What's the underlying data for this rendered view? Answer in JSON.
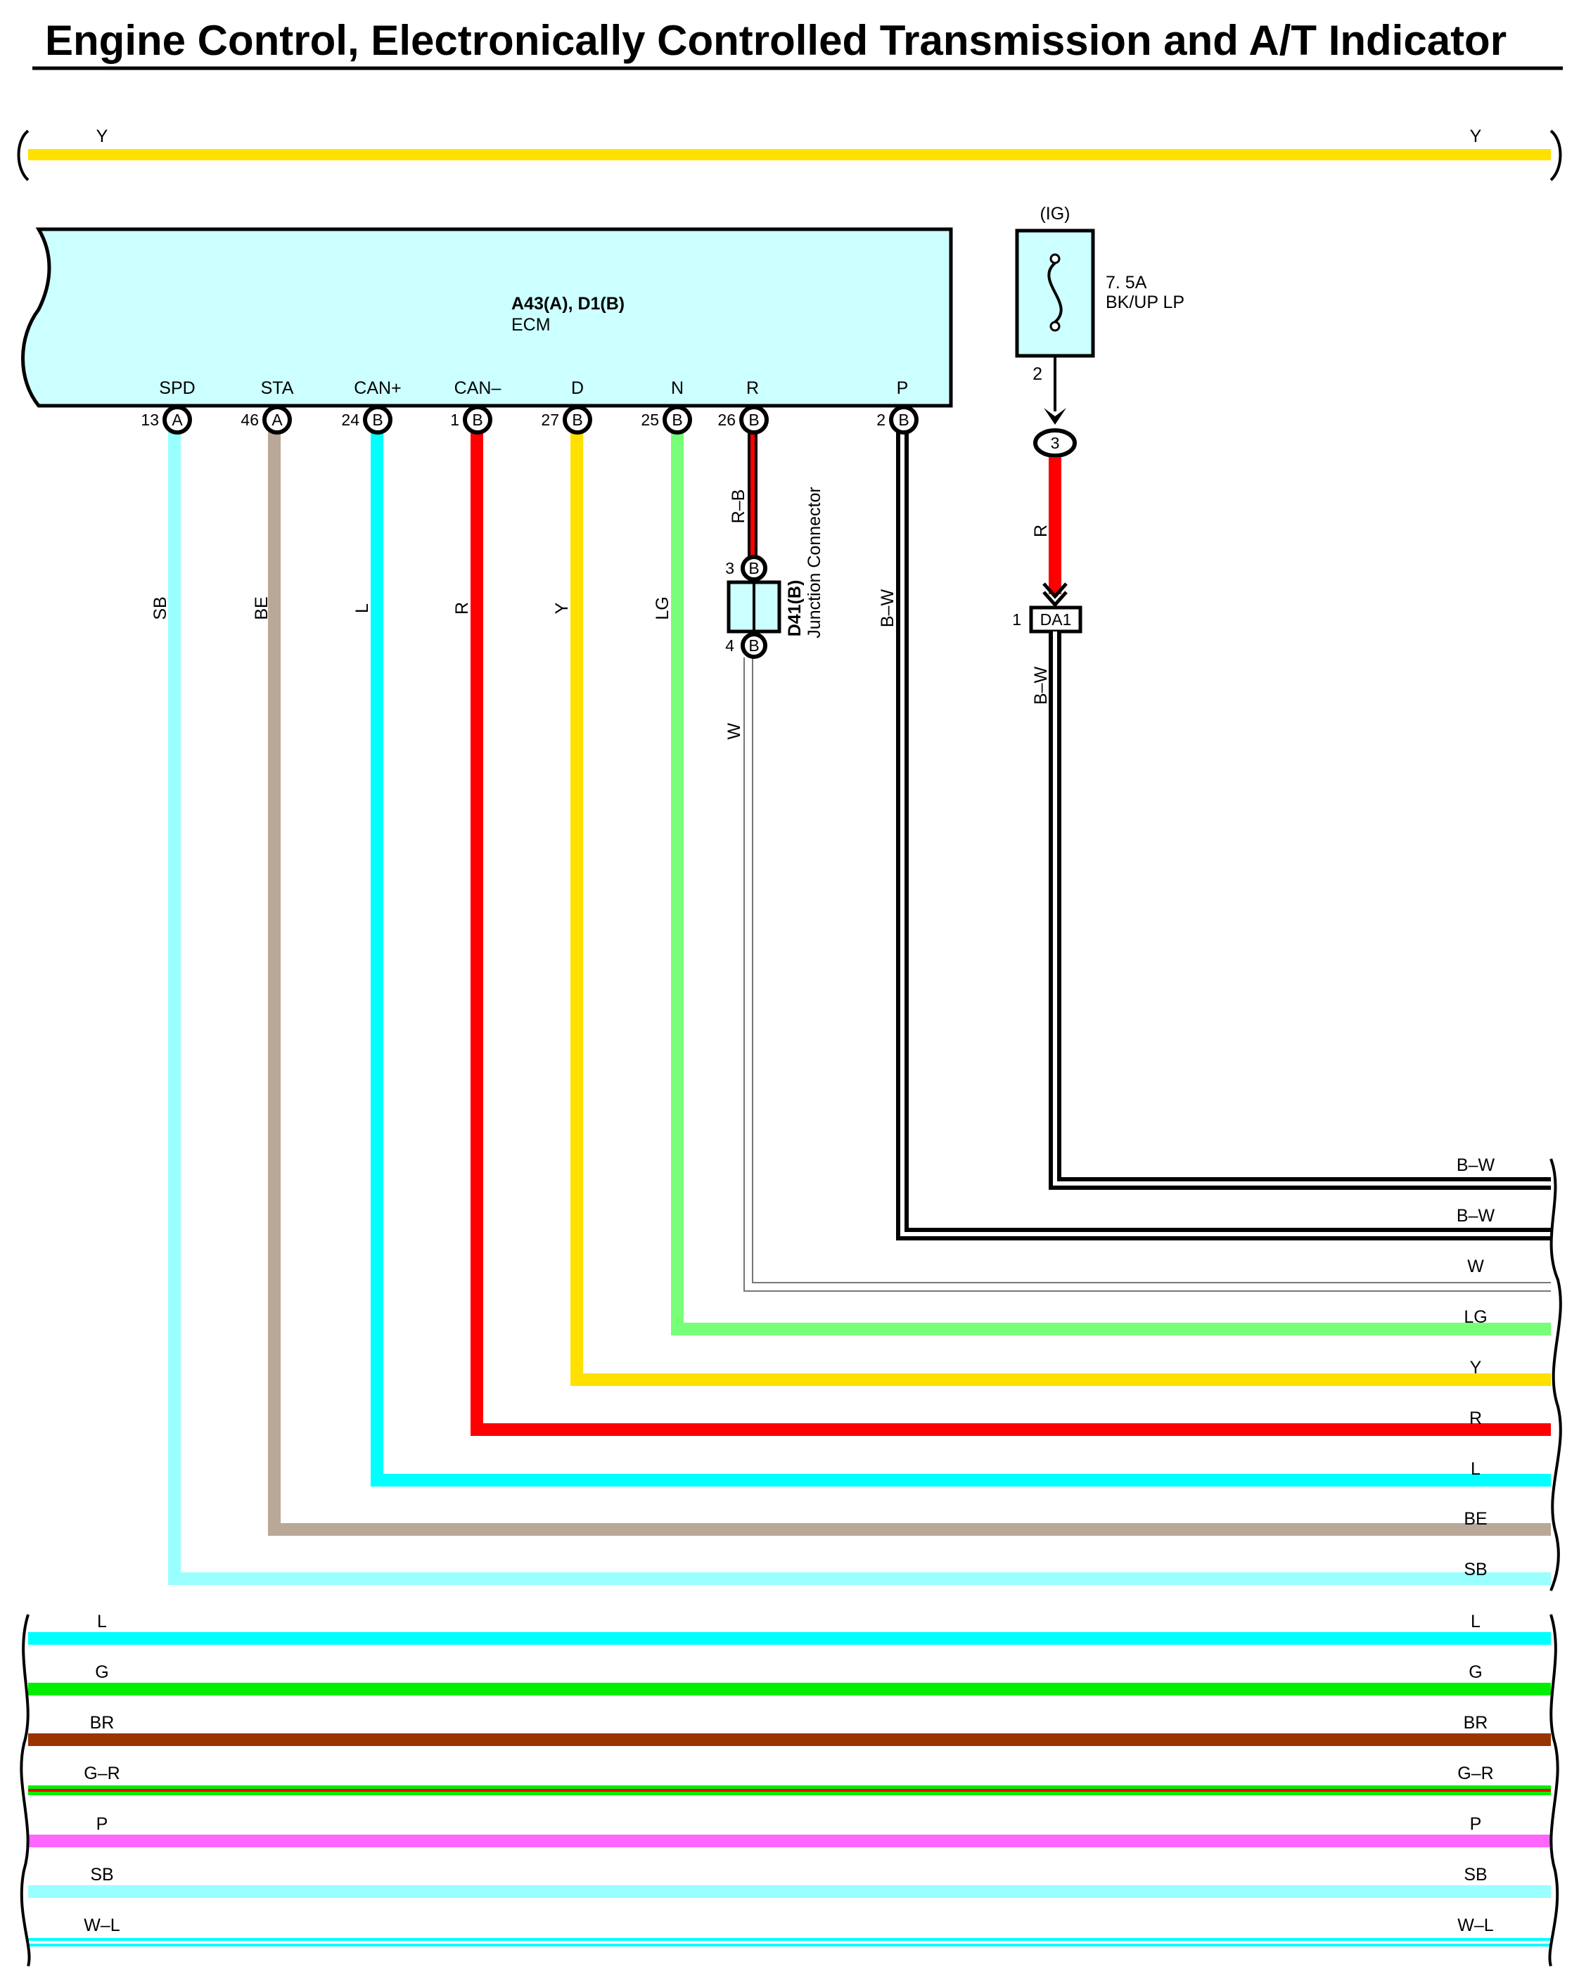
{
  "title": "Engine Control, Electronically Controlled Transmission and A/T Indicator",
  "colors": {
    "Y": "#ffe000",
    "SB": "#99ffff",
    "BE": "#b9a797",
    "L": "#00ffff",
    "R": "#ff0000",
    "LG": "#77ff77",
    "W": "#ffffff",
    "BW": "#000000",
    "G": "#00ee00",
    "BR": "#993300",
    "P": "#ff66ff",
    "ecm_fill": "#ccffff",
    "connector_fill": "#ccffff"
  },
  "top_wire": {
    "left_label": "Y",
    "right_label": "Y"
  },
  "ecm": {
    "name": "A43(A), D1(B)",
    "description": "ECM",
    "terminals": [
      {
        "signal": "SPD",
        "pin": "13",
        "conn": "A",
        "wire": "SB"
      },
      {
        "signal": "STA",
        "pin": "46",
        "conn": "A",
        "wire": "BE"
      },
      {
        "signal": "CAN+",
        "pin": "24",
        "conn": "B",
        "wire": "L"
      },
      {
        "signal": "CAN–",
        "pin": "1",
        "conn": "B",
        "wire": "R"
      },
      {
        "signal": "D",
        "pin": "27",
        "conn": "B",
        "wire": "Y"
      },
      {
        "signal": "N",
        "pin": "25",
        "conn": "B",
        "wire": "LG"
      },
      {
        "signal": "R",
        "pin": "26",
        "conn": "B",
        "wire": "R–B"
      },
      {
        "signal": "P",
        "pin": "2",
        "conn": "B",
        "wire": "B–W"
      }
    ]
  },
  "fuse": {
    "ig_label": "(IG)",
    "rating": "7. 5A",
    "name": "BK/UP LP",
    "pin": "2"
  },
  "fuse_connector": {
    "pin": "3",
    "wire": "R"
  },
  "da_connector": {
    "label": "DA1",
    "pin": "1",
    "wire": "B–W"
  },
  "junction": {
    "name": "D41(B)",
    "description": "Junction Connector",
    "pin_top": "3",
    "conn_top": "B",
    "pin_bottom": "4",
    "conn_bottom": "B",
    "wire_out": "W"
  },
  "right_bus_labels": [
    "B–W",
    "B–W",
    "W",
    "LG",
    "Y",
    "R",
    "L",
    "BE",
    "SB"
  ],
  "bottom_bus": [
    {
      "label": "L"
    },
    {
      "label": "G"
    },
    {
      "label": "BR"
    },
    {
      "label": "G–R"
    },
    {
      "label": "P"
    },
    {
      "label": "SB"
    },
    {
      "label": "W–L"
    }
  ]
}
